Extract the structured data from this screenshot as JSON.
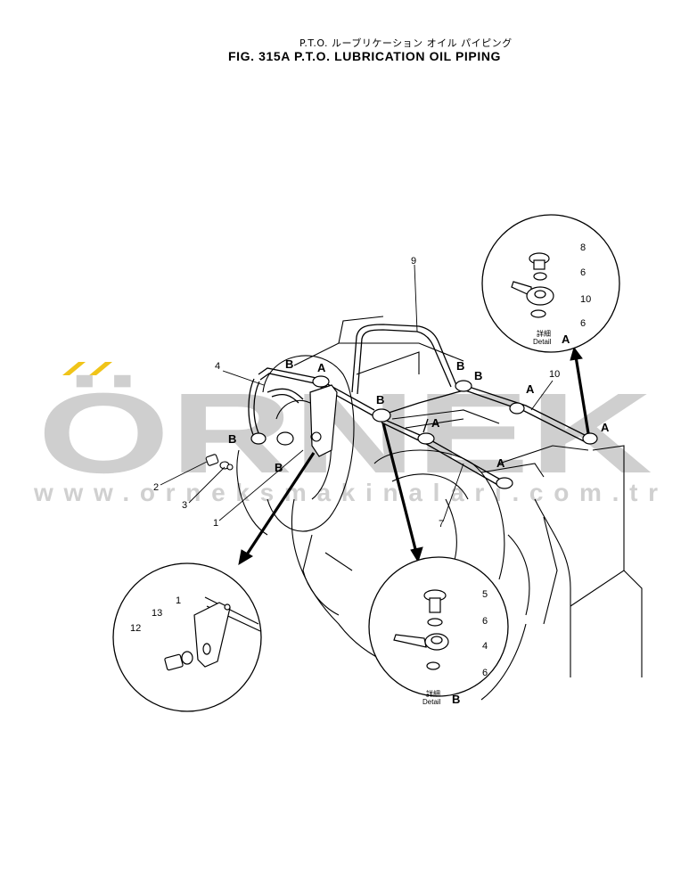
{
  "title": {
    "japanese": "P.T.O. ルーブリケーション オイル パイピング",
    "english": "FIG. 315A P.T.O. LUBRICATION OIL PIPING"
  },
  "watermark": {
    "brand": "ÖRNEK",
    "url": "www.orneksmakinalari.com.tr",
    "accent_color": "#f0c419",
    "text_color": "#c8c8c8"
  },
  "section_markers": {
    "a": "A",
    "b": "B"
  },
  "callouts": {
    "n1": "1",
    "n2": "2",
    "n3": "3",
    "n4": "4",
    "n5": "5",
    "n6": "6",
    "n7": "7",
    "n8": "8",
    "n9": "9",
    "n10": "10",
    "n12": "12",
    "n13": "13"
  },
  "details": {
    "a": {
      "jp": "詳細",
      "label": "Detail",
      "letter": "A"
    },
    "b": {
      "jp": "詳細",
      "label": "Detail",
      "letter": "B"
    }
  }
}
